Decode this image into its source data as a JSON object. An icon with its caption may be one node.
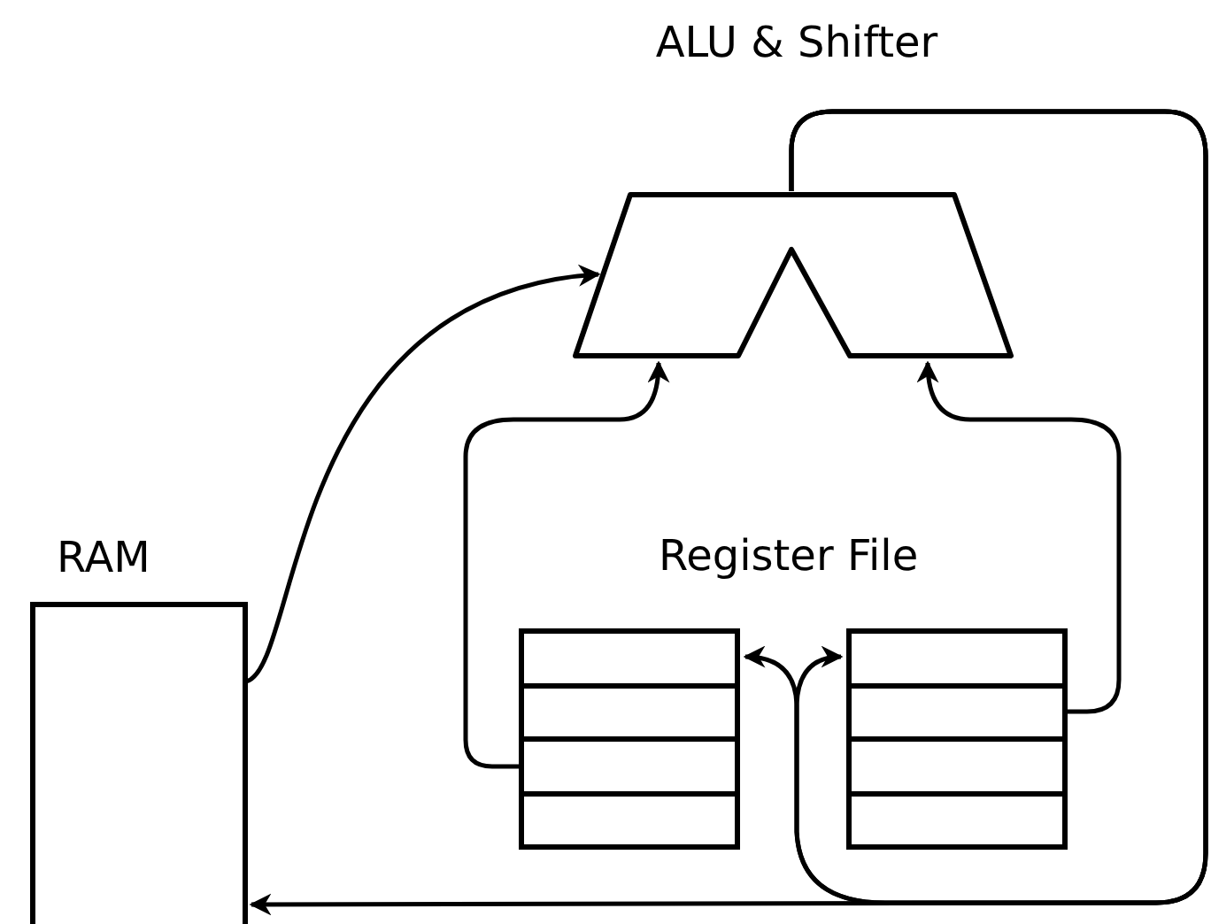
{
  "diagram": {
    "nodes": [
      {
        "text": [
          "ALU & Shifter"
        ]
      },
      {
        "text": [
          "RAM"
        ]
      },
      {
        "text": [],
        "shape": "box"
      },
      {
        "text": [],
        "shape": "box"
      }
    ],
    "edges": [
      {
        "from": 1,
        "to": 0,
        "arrow": "to"
      },
      {
        "from": 2,
        "to": 0,
        "arrow": "to"
      },
      {
        "from": 3,
        "to": 0,
        "arrow": "to"
      },
      {
        "from": 0,
        "to": 1,
        "arrow": "to"
      },
      {
        "from": 0,
        "to": 2,
        "arrow": "to"
      },
      {
        "from": 0,
        "to": 3,
        "arrow": "to"
      }
    ],
    "labels": [
      "Register File"
    ]
  }
}
